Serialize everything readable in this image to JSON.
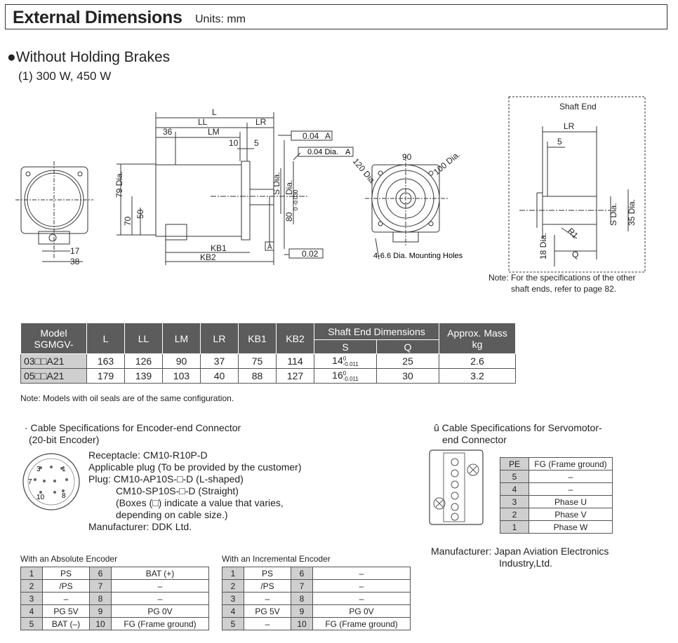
{
  "header": {
    "title": "External Dimensions",
    "units": "Units: mm"
  },
  "section": {
    "title": "Without Holding Brakes",
    "subtitle": "(1) 300 W, 450 W"
  },
  "drawing": {
    "dims": {
      "L": "L",
      "LL": "LL",
      "LR": "LR",
      "LM": "LM",
      "d36": "36",
      "d10": "10",
      "d5": "5",
      "d79": "79 Dia.",
      "d70": "70",
      "d50": "50",
      "d17": "17",
      "d38": "38",
      "KB1": "KB1",
      "KB2": "KB2",
      "SDia": "S Dia.",
      "d80": "80",
      "d80tol": "0 -0.030",
      "Dia": "Dia.",
      "perp": "0.04",
      "A": "A",
      "conc": "0.04 Dia.",
      "flat": "0.02",
      "d120": "120 Dia.",
      "d90": "90",
      "d100": "100 Dia.",
      "holes": "4-6.6 Dia. Mounting Holes"
    },
    "shaft_end": {
      "title": "Shaft End",
      "LR": "LR",
      "d5": "5",
      "SDia": "S Dia.",
      "d35": "35 Dia.",
      "R1": "R1",
      "d18": "18 Dia.",
      "Q": "Q",
      "note1": "Note: For the specifications of the other",
      "note2": "shaft ends, refer to page 82."
    }
  },
  "main_table": {
    "headers": {
      "model1": "Model",
      "model2": "SGMGV-",
      "L": "L",
      "LL": "LL",
      "LM": "LM",
      "LR": "LR",
      "KB1": "KB1",
      "KB2": "KB2",
      "shaft": "Shaft End Dimensions",
      "S": "S",
      "Q": "Q",
      "mass1": "Approx. Mass",
      "mass2": "kg"
    },
    "rows": [
      {
        "model": "03□□A21",
        "L": "163",
        "LL": "126",
        "LM": "90",
        "LR": "37",
        "KB1": "75",
        "KB2": "114",
        "S": "14",
        "S_tol_up": "0",
        "S_tol_dn": "-0.011",
        "Q": "25",
        "mass": "2.6"
      },
      {
        "model": "05□□A21",
        "L": "179",
        "LL": "139",
        "LM": "103",
        "LR": "40",
        "KB1": "88",
        "KB2": "127",
        "S": "16",
        "S_tol_up": "0",
        "S_tol_dn": "-0.011",
        "Q": "30",
        "mass": "3.2"
      }
    ]
  },
  "table_note": "Note: Models with oil seals are of the same configuration.",
  "encoder": {
    "title1": "· Cable Specifications for Encoder-end Connector",
    "title2": "(20-bit Encoder)",
    "lines": [
      "Receptacle: CM10-R10P-D",
      "Applicable plug (To be provided by the customer)",
      "Plug: CM10-AP10S-□-D (L-shaped)",
      "CM10-SP10S-□-D (Straight)",
      "(Boxes (□) indicate a value that varies,",
      "depending on cable size.)",
      "Manufacturer: DDK Ltd."
    ],
    "pins": {
      "p3": "3",
      "p1": "1",
      "p7": "7",
      "p10": "10",
      "p8": "8"
    }
  },
  "servo": {
    "title1": "û Cable Specifications for Servomotor-",
    "title2": "end Connector",
    "rows": [
      {
        "pin": "PE",
        "signal": "FG (Frame ground)"
      },
      {
        "pin": "5",
        "signal": "–"
      },
      {
        "pin": "4",
        "signal": "–"
      },
      {
        "pin": "3",
        "signal": "Phase U"
      },
      {
        "pin": "2",
        "signal": "Phase V"
      },
      {
        "pin": "1",
        "signal": "Phase W"
      }
    ],
    "mfr1": "Manufacturer: Japan Aviation Electronics",
    "mfr2": "Industry,Ltd."
  },
  "abs_encoder": {
    "title": "With an Absolute Encoder",
    "rows": [
      [
        "1",
        "PS",
        "6",
        "BAT (+)"
      ],
      [
        "2",
        "/PS",
        "7",
        "–"
      ],
      [
        "3",
        "–",
        "8",
        "–"
      ],
      [
        "4",
        "PG 5V",
        "9",
        "PG 0V"
      ],
      [
        "5",
        "BAT (–)",
        "10",
        "FG (Frame ground)"
      ]
    ]
  },
  "inc_encoder": {
    "title": "With an Incremental Encoder",
    "rows": [
      [
        "1",
        "PS",
        "6",
        "–"
      ],
      [
        "2",
        "/PS",
        "7",
        "–"
      ],
      [
        "3",
        "–",
        "8",
        "–"
      ],
      [
        "4",
        "PG 5V",
        "9",
        "PG 0V"
      ],
      [
        "5",
        "–",
        "10",
        "FG (Frame ground)"
      ]
    ]
  }
}
